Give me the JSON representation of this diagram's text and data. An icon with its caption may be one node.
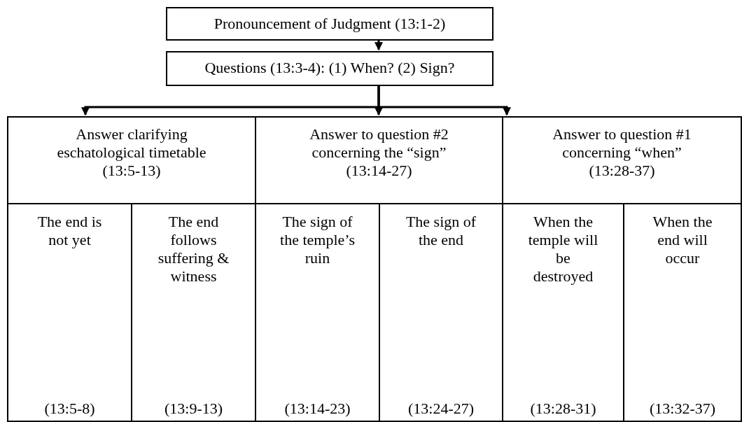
{
  "diagram": {
    "nodes": [
      {
        "text": [
          "Pronouncement of Judgment (13:1-2)"
        ]
      },
      {
        "text": [
          "Questions (13:3-4): (1) When? (2) Sign?"
        ]
      },
      {
        "text": [
          "Answer clarifying eschatological timetable",
          "(13:5-13)"
        ]
      },
      {
        "text": [
          "Answer to question #2 concerning the “sign”",
          "(13:14-27)"
        ]
      },
      {
        "text": [
          "Answer to question #1 concerning “when”",
          "(13:28-37)"
        ]
      },
      {
        "text": [
          "The end is not yet",
          "(13:5-8)"
        ]
      },
      {
        "text": [
          "The end follows suffering & witness",
          "(13:9-13)"
        ]
      },
      {
        "text": [
          "The sign of the temple’s ruin",
          "(13:14-23)"
        ]
      },
      {
        "text": [
          "The sign of the end",
          "(13:24-27)"
        ]
      },
      {
        "text": [
          "When the temple will be destroyed",
          "(13:28-31)"
        ]
      },
      {
        "text": [
          "When the end will occur",
          "(13:32-37)"
        ]
      }
    ],
    "edges": [
      {
        "from": 0,
        "to": 1,
        "arrow": "to"
      },
      {
        "from": 1,
        "to": 2,
        "arrow": "to"
      },
      {
        "from": 1,
        "to": 3,
        "arrow": "to"
      },
      {
        "from": 1,
        "to": 4,
        "arrow": "to"
      }
    ]
  }
}
